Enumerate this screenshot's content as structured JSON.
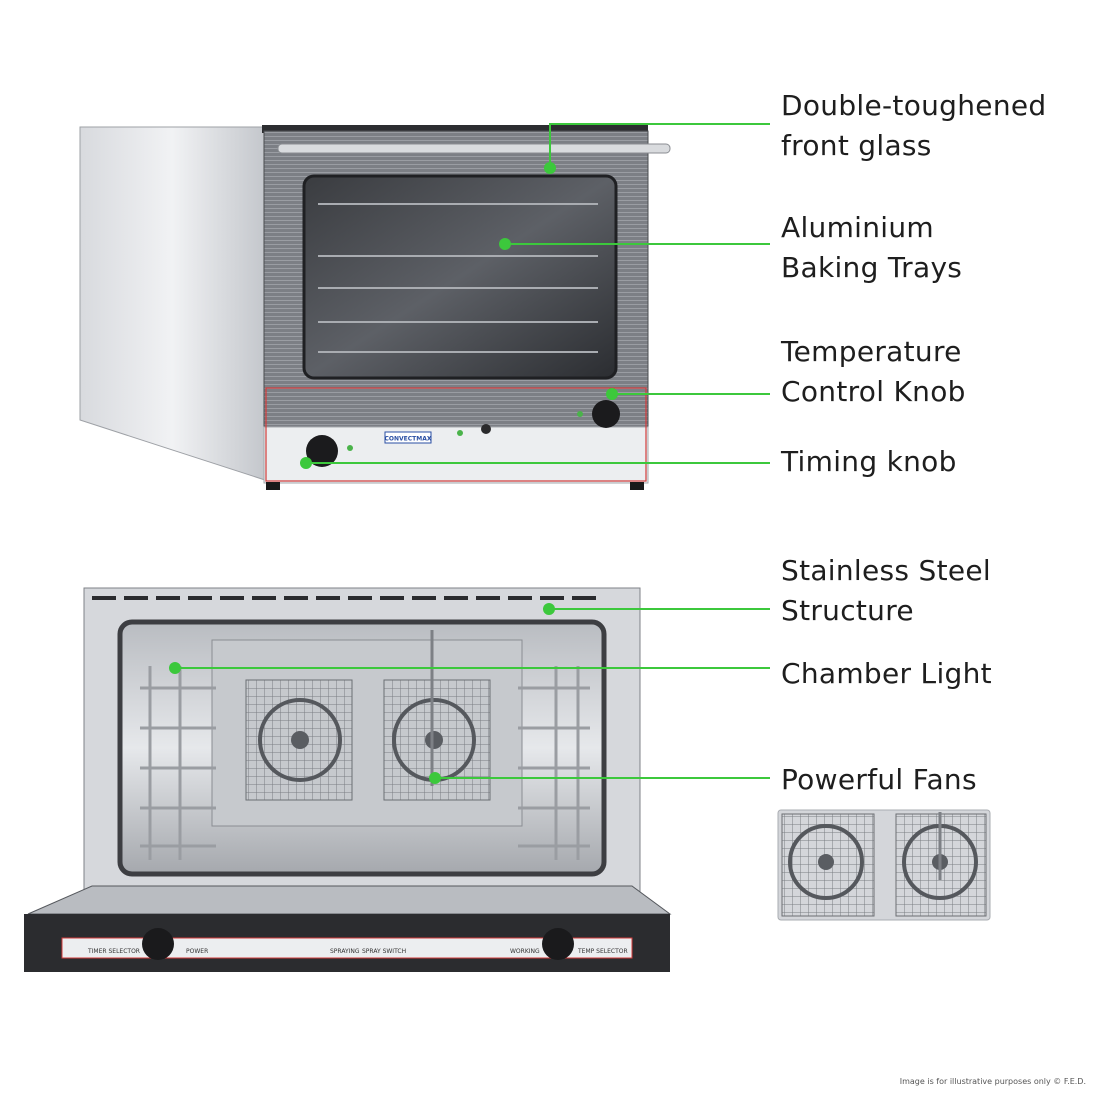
{
  "colors": {
    "accent": "#3cc83c",
    "steel": "#c9ccd0",
    "dark": "#1a1a1a",
    "panel_line": "#d23a3a",
    "brand_blue": "#2a4fa3"
  },
  "brand": "CONVECTMAX",
  "panel_labels": {
    "timer_selector": "TIMER SELECTOR",
    "power": "POWER",
    "spraying": "SPRAYING",
    "spray_switch": "SPRAY SWITCH",
    "working": "WORKING",
    "temp_selector": "TEMP SELECTOR"
  },
  "callouts": {
    "glass": {
      "line1": "Double-toughened",
      "line2": "front glass"
    },
    "trays": {
      "line1": "Aluminium",
      "line2": "Baking Trays"
    },
    "temp": {
      "line1": "Temperature",
      "line2": "Control Knob"
    },
    "timing": {
      "line1": "Timing knob"
    },
    "structure": {
      "line1": "Stainless Steel",
      "line2": "Structure"
    },
    "light": {
      "line1": "Chamber Light"
    },
    "fans": {
      "line1": "Powerful Fans"
    }
  },
  "disclaimer": "Image is for illustrative purposes only © F.E.D."
}
